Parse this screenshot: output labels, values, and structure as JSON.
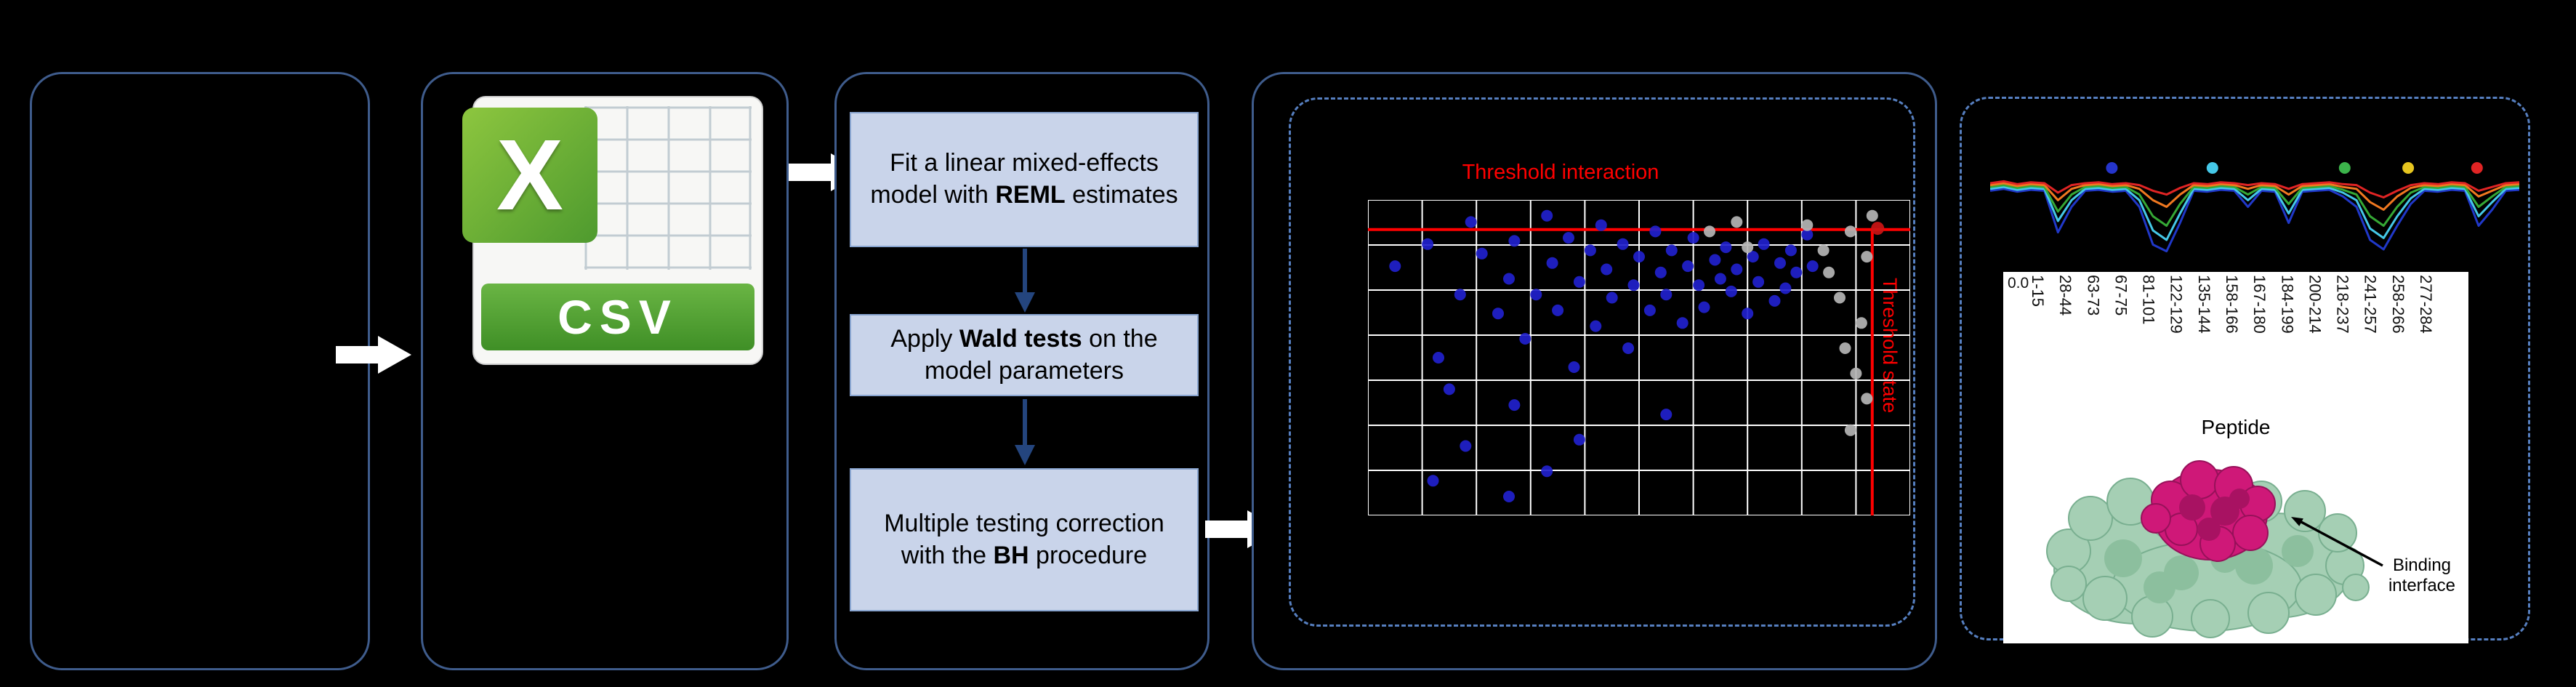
{
  "csv_icon": {
    "logo_letter": "X",
    "label": "CSV"
  },
  "pipeline": {
    "box1": {
      "pre": "Fit a linear mixed-effects model with ",
      "bold": "REML",
      "post": " estimates"
    },
    "box2": {
      "pre": "Apply ",
      "bold": "Wald tests",
      "post": " on the model parameters"
    },
    "box3": {
      "pre": "Multiple testing correction with the ",
      "bold": "BH",
      "post": " procedure"
    }
  },
  "peptide_axis": {
    "zero_tick": "0.0",
    "title": "Peptide",
    "labels": [
      "1-15",
      "28-44",
      "63-73",
      "67-75",
      "81-101",
      "122-129",
      "135-144",
      "158-166",
      "167-180",
      "184-199",
      "200-214",
      "218-237",
      "241-257",
      "258-266",
      "277-284"
    ]
  },
  "annotations": {
    "binding_interface": "Binding interface"
  },
  "chart_data": [
    {
      "type": "scatter",
      "title": "Threshold interaction",
      "side_label": "Threshold state",
      "grid": {
        "cols": 11,
        "rows": 8,
        "color": "#ffffff"
      },
      "threshold_color": "#ff0000",
      "threshold_y_frac": 0.094,
      "threshold_x_frac": 0.93,
      "series": [
        {
          "name": "significant-peptides",
          "color": "#2121cd",
          "points": [
            [
              0.05,
              0.21
            ],
            [
              0.11,
              0.14
            ],
            [
              0.13,
              0.5
            ],
            [
              0.17,
              0.3
            ],
            [
              0.19,
              0.07
            ],
            [
              0.21,
              0.17
            ],
            [
              0.24,
              0.36
            ],
            [
              0.26,
              0.25
            ],
            [
              0.27,
              0.13
            ],
            [
              0.29,
              0.44
            ],
            [
              0.31,
              0.3
            ],
            [
              0.33,
              0.05
            ],
            [
              0.34,
              0.2
            ],
            [
              0.35,
              0.35
            ],
            [
              0.37,
              0.12
            ],
            [
              0.38,
              0.53
            ],
            [
              0.39,
              0.26
            ],
            [
              0.41,
              0.16
            ],
            [
              0.42,
              0.4
            ],
            [
              0.43,
              0.08
            ],
            [
              0.44,
              0.22
            ],
            [
              0.45,
              0.31
            ],
            [
              0.47,
              0.14
            ],
            [
              0.48,
              0.47
            ],
            [
              0.49,
              0.27
            ],
            [
              0.5,
              0.18
            ],
            [
              0.52,
              0.35
            ],
            [
              0.53,
              0.1
            ],
            [
              0.54,
              0.23
            ],
            [
              0.55,
              0.3
            ],
            [
              0.56,
              0.16
            ],
            [
              0.58,
              0.39
            ],
            [
              0.59,
              0.21
            ],
            [
              0.6,
              0.12
            ],
            [
              0.61,
              0.27
            ],
            [
              0.62,
              0.34
            ],
            [
              0.64,
              0.19
            ],
            [
              0.65,
              0.25
            ],
            [
              0.66,
              0.15
            ],
            [
              0.67,
              0.29
            ],
            [
              0.68,
              0.22
            ],
            [
              0.7,
              0.36
            ],
            [
              0.71,
              0.18
            ],
            [
              0.72,
              0.26
            ],
            [
              0.73,
              0.14
            ],
            [
              0.75,
              0.32
            ],
            [
              0.76,
              0.2
            ],
            [
              0.77,
              0.28
            ],
            [
              0.78,
              0.16
            ],
            [
              0.79,
              0.23
            ],
            [
              0.81,
              0.11
            ],
            [
              0.82,
              0.21
            ],
            [
              0.12,
              0.89
            ],
            [
              0.18,
              0.78
            ],
            [
              0.26,
              0.94
            ],
            [
              0.33,
              0.86
            ],
            [
              0.39,
              0.76
            ],
            [
              0.55,
              0.68
            ],
            [
              0.27,
              0.65
            ],
            [
              0.15,
              0.6
            ]
          ]
        },
        {
          "name": "non-significant-peptides",
          "color": "#b5b5b5",
          "points": [
            [
              0.81,
              0.08
            ],
            [
              0.84,
              0.16
            ],
            [
              0.85,
              0.23
            ],
            [
              0.87,
              0.31
            ],
            [
              0.89,
              0.1
            ],
            [
              0.91,
              0.39
            ],
            [
              0.92,
              0.18
            ],
            [
              0.88,
              0.47
            ],
            [
              0.9,
              0.55
            ],
            [
              0.92,
              0.63
            ],
            [
              0.89,
              0.73
            ],
            [
              0.93,
              0.05
            ],
            [
              0.63,
              0.1
            ],
            [
              0.68,
              0.07
            ],
            [
              0.7,
              0.15
            ]
          ]
        },
        {
          "name": "threshold-intersection",
          "color": "#cc1515",
          "points": [
            [
              0.94,
              0.09
            ]
          ]
        }
      ]
    },
    {
      "type": "line",
      "title": "",
      "series": [
        {
          "name": "state-blue",
          "color": "#2038c8",
          "values": [
            0.72,
            0.74,
            0.71,
            0.73,
            0.72,
            0.28,
            0.55,
            0.72,
            0.73,
            0.71,
            0.72,
            0.55,
            0.15,
            0.08,
            0.38,
            0.72,
            0.71,
            0.73,
            0.72,
            0.55,
            0.72,
            0.71,
            0.38,
            0.71,
            0.72,
            0.73,
            0.66,
            0.55,
            0.2,
            0.1,
            0.35,
            0.58,
            0.72,
            0.71,
            0.73,
            0.72,
            0.35,
            0.52,
            0.72,
            0.73
          ]
        },
        {
          "name": "state-cyan",
          "color": "#45c8e8",
          "values": [
            0.74,
            0.76,
            0.73,
            0.75,
            0.74,
            0.4,
            0.62,
            0.74,
            0.75,
            0.73,
            0.74,
            0.62,
            0.3,
            0.2,
            0.48,
            0.74,
            0.73,
            0.75,
            0.74,
            0.62,
            0.74,
            0.73,
            0.48,
            0.73,
            0.74,
            0.75,
            0.7,
            0.62,
            0.32,
            0.22,
            0.45,
            0.64,
            0.74,
            0.73,
            0.75,
            0.74,
            0.45,
            0.6,
            0.74,
            0.75
          ]
        },
        {
          "name": "state-green",
          "color": "#35a835",
          "values": [
            0.76,
            0.78,
            0.75,
            0.77,
            0.76,
            0.5,
            0.68,
            0.76,
            0.77,
            0.75,
            0.76,
            0.68,
            0.45,
            0.35,
            0.58,
            0.76,
            0.75,
            0.77,
            0.76,
            0.68,
            0.76,
            0.75,
            0.58,
            0.75,
            0.76,
            0.77,
            0.73,
            0.68,
            0.45,
            0.35,
            0.55,
            0.7,
            0.76,
            0.75,
            0.77,
            0.76,
            0.55,
            0.66,
            0.76,
            0.77
          ]
        },
        {
          "name": "state-orange",
          "color": "#f07820",
          "values": [
            0.78,
            0.8,
            0.77,
            0.79,
            0.78,
            0.62,
            0.74,
            0.78,
            0.79,
            0.77,
            0.78,
            0.74,
            0.62,
            0.55,
            0.68,
            0.78,
            0.77,
            0.79,
            0.78,
            0.74,
            0.78,
            0.77,
            0.68,
            0.77,
            0.78,
            0.79,
            0.76,
            0.74,
            0.6,
            0.52,
            0.66,
            0.75,
            0.78,
            0.77,
            0.79,
            0.78,
            0.66,
            0.72,
            0.78,
            0.79
          ]
        },
        {
          "name": "state-red",
          "color": "#e02424",
          "values": [
            0.8,
            0.82,
            0.79,
            0.81,
            0.8,
            0.7,
            0.78,
            0.8,
            0.81,
            0.79,
            0.8,
            0.78,
            0.72,
            0.68,
            0.75,
            0.8,
            0.79,
            0.81,
            0.8,
            0.78,
            0.8,
            0.79,
            0.74,
            0.79,
            0.8,
            0.81,
            0.79,
            0.78,
            0.7,
            0.65,
            0.72,
            0.78,
            0.8,
            0.79,
            0.81,
            0.8,
            0.72,
            0.76,
            0.8,
            0.81
          ]
        }
      ],
      "legend_dots": [
        {
          "color": "#2535cc",
          "x_frac": 0.23
        },
        {
          "color": "#45c8e8",
          "x_frac": 0.42
        },
        {
          "color": "#3cb44b",
          "x_frac": 0.67
        },
        {
          "color": "#e6c51f",
          "x_frac": 0.79
        },
        {
          "color": "#e02424",
          "x_frac": 0.92
        }
      ]
    }
  ]
}
